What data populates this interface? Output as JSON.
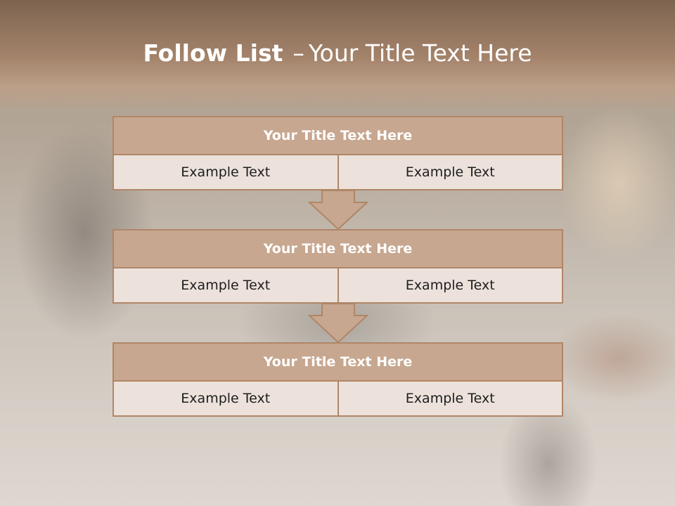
{
  "slide": {
    "title_bold": "Follow List",
    "title_dash": "–",
    "title_rest": "Your Title Text Here"
  },
  "steps": [
    {
      "header": "Your Title Text Here",
      "left": "Example Text",
      "right": "Example Text"
    },
    {
      "header": "Your Title Text Here",
      "left": "Example Text",
      "right": "Example Text"
    },
    {
      "header": "Your Title Text Here",
      "left": "Example Text",
      "right": "Example Text"
    }
  ],
  "colors": {
    "header_fill": "#c7a78f",
    "border": "#b08667",
    "cell_fill": "#ece2db",
    "title_band": "#a3826a"
  }
}
